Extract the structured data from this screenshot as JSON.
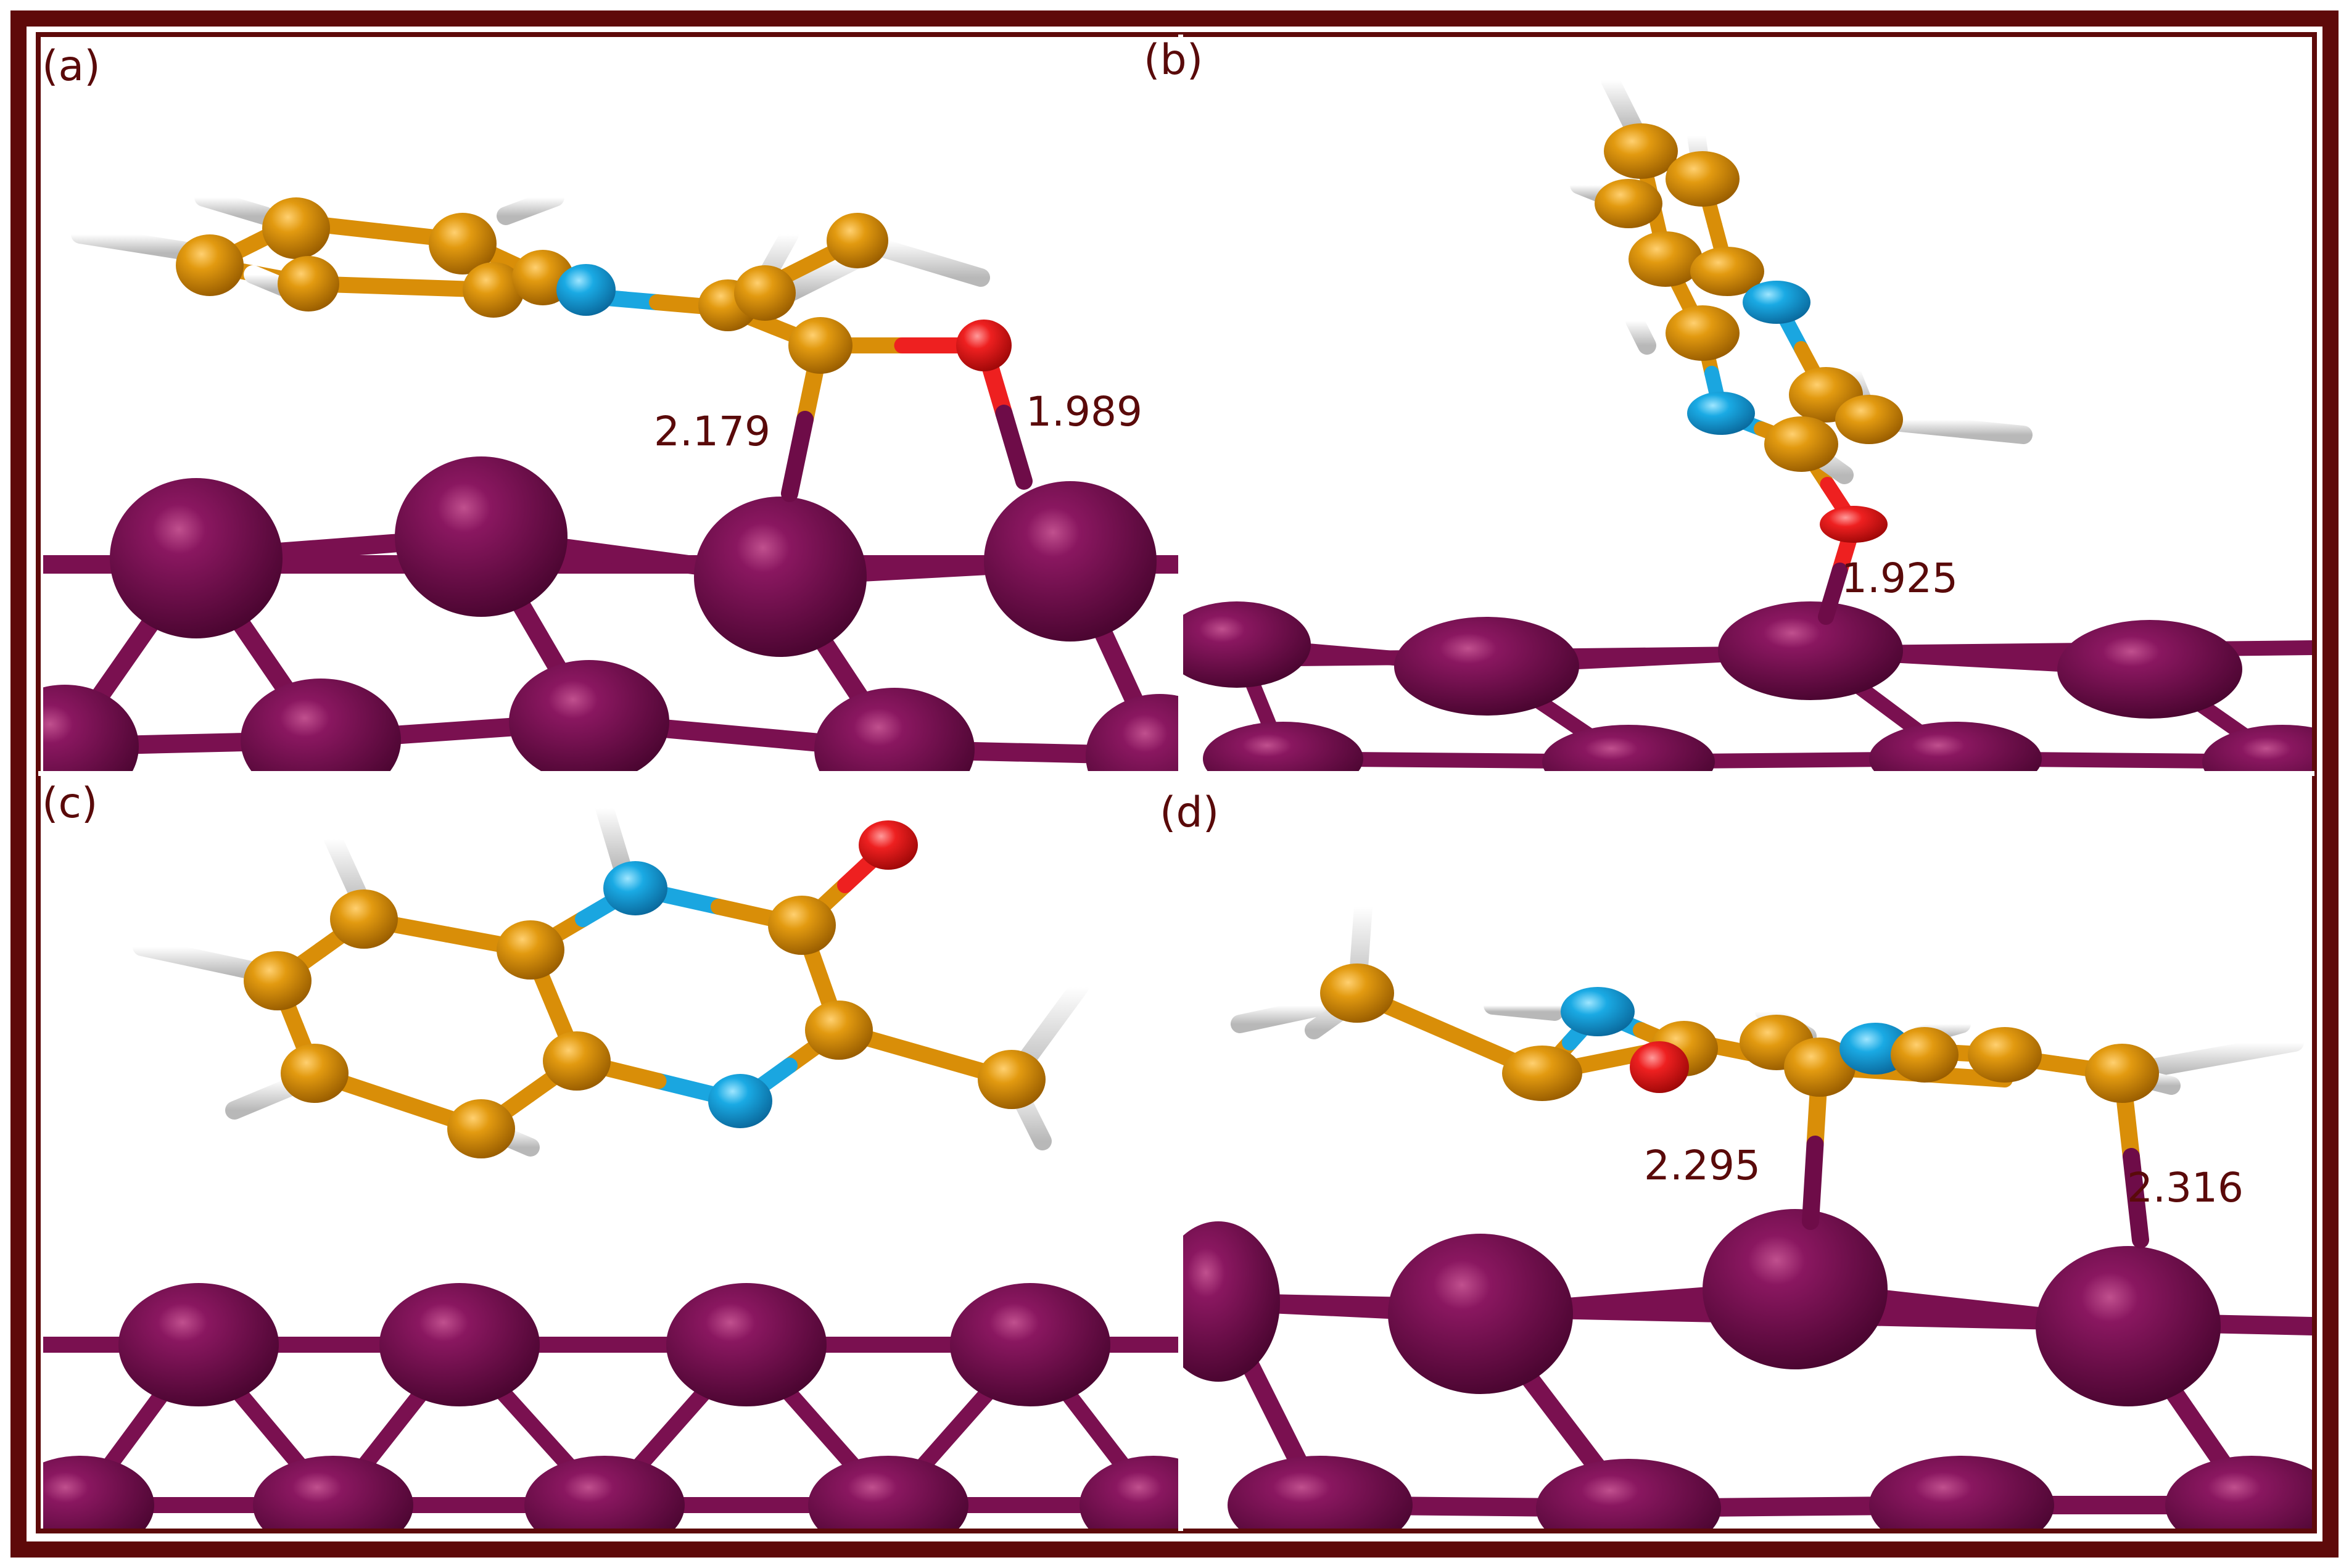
{
  "colors": {
    "frame": "#5e0a0a",
    "surface_atom": "#6e0c48",
    "surface_bond": "#7a1050",
    "carbon": "#d98e08",
    "nitrogen": "#1aa6e0",
    "oxygen": "#ee2020",
    "hydrogen": "#f0f0f0",
    "label": "#5a0a0a"
  },
  "atoms": [
    "C",
    "N",
    "O",
    "H",
    "surface metal"
  ],
  "panels": [
    {
      "id": "a",
      "label": "(a)",
      "distances": [
        "2.179",
        "1.989"
      ]
    },
    {
      "id": "b",
      "label": "(b)",
      "distances": [
        "1.925"
      ]
    },
    {
      "id": "c",
      "label": "(c)",
      "distances": []
    },
    {
      "id": "d",
      "label": "(d)",
      "distances": [
        "2.295",
        "2.316"
      ]
    }
  ]
}
